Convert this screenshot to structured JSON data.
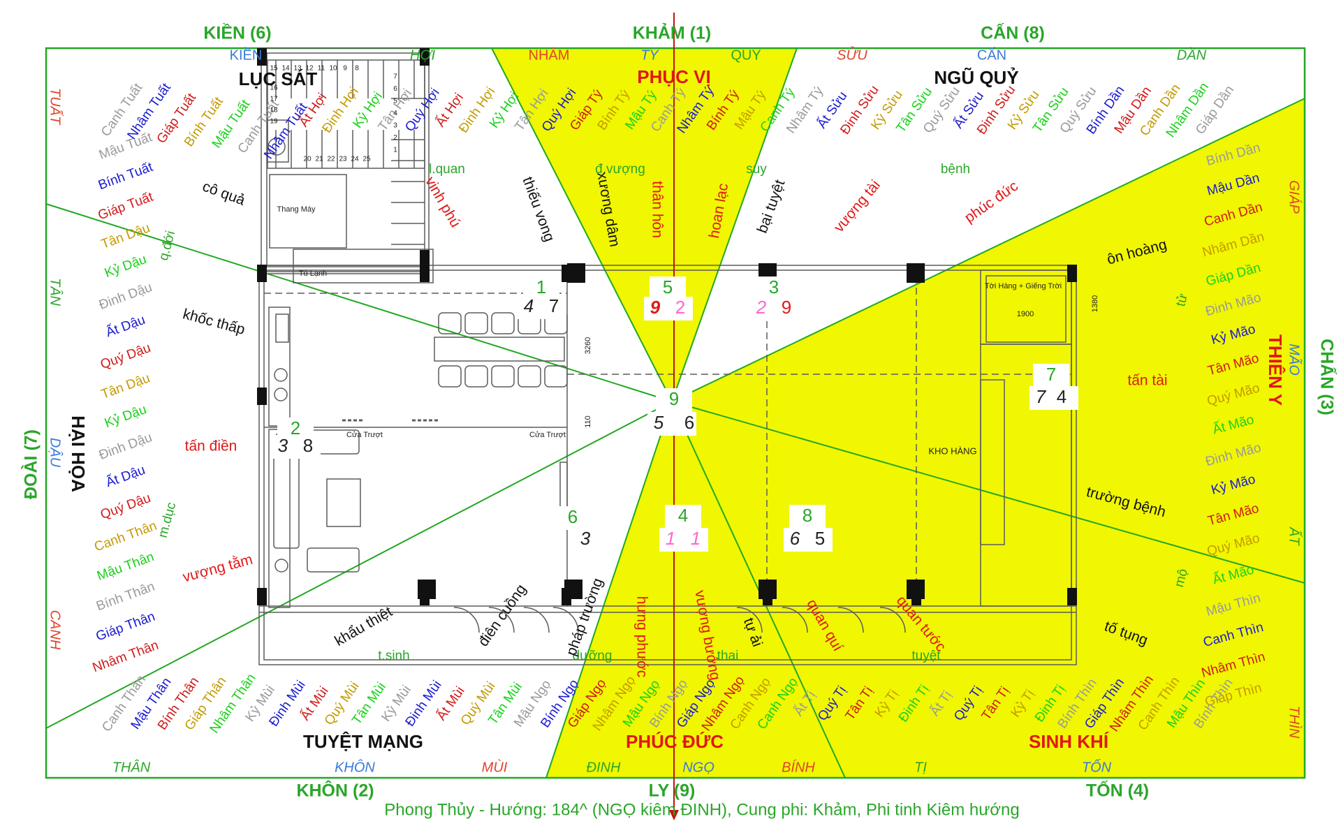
{
  "caption": "Phong Thủy - Hướng: 184^ (NGỌ kiêm ĐINH), Cung phi: Khảm, Phi tinh Kiêm hướng",
  "colors": {
    "frame": "#22a822",
    "label_green": "#2aa62a",
    "zone_yellow": "#f0f700",
    "axis_red": "#c0140e",
    "plan": "#606060"
  },
  "trigram_labels": [
    {
      "text": "KIỀN (6)"
    },
    {
      "text": "KHẢM (1)"
    },
    {
      "text": "CẤN (8)"
    },
    {
      "text": "CHẤN (3)"
    },
    {
      "text": "TỐN (4)"
    },
    {
      "text": "LY (9)"
    },
    {
      "text": "KHÔN (2)"
    },
    {
      "text": "ĐOÀI (7)"
    }
  ],
  "mountains": {
    "top": [
      "KIỀN",
      "HỢI",
      "NHÂM",
      "TÝ",
      "QUÝ",
      "SỬU",
      "CẤN",
      "DẦN"
    ],
    "bottom": [
      "THÂN",
      "KHÔN",
      "MÙI",
      "ĐINH",
      "NGỌ",
      "BÍNH",
      "TỊ",
      "TỐN"
    ],
    "left": [
      "TUẤT",
      "TÂN",
      "DẬU",
      "CANH"
    ],
    "right": [
      "GIÁP",
      "MÃO",
      "ẤT",
      "THÌN"
    ]
  },
  "star_zones": [
    "LỤC SÁT",
    "PHỤC VỊ",
    "NGŨ QUỶ",
    "THIÊN Y",
    "SINH KHÍ",
    "PHÚC ĐỨC",
    "TUYỆT MẠNG",
    "HẠI HỌA"
  ],
  "stage_words": [
    "l.quan",
    "đ.vượng",
    "suy",
    "bệnh",
    "tử",
    "mộ",
    "tuyệt",
    "thai",
    "dưỡng",
    "t.sinh",
    "m.dục",
    "q.đới"
  ],
  "door_words": [
    "cô quả",
    "vinh phú",
    "thiếu vong",
    "xương dâm",
    "thân hôn",
    "hoan lạc",
    "bại tuyệt",
    "vượng tài",
    "phúc đức",
    "ôn hoàng",
    "tấn tài",
    "trường bệnh",
    "tố tụng",
    "quan tước",
    "quan quí",
    "tự ải",
    "vượng bướng",
    "hưng phước",
    "pháp trường",
    "điên cuồng",
    "khẩu thiệt",
    "vượng tằm",
    "tấn điền",
    "khốc thấp"
  ],
  "hidden_cycles": {
    "top": [
      "Canh Tuất",
      "Nhâm Tuất",
      "Giáp Tuất",
      "Bính Tuất",
      "Mậu Tuất",
      "Canh Tuất",
      "Nhâm Tuất",
      "Ất Hợi",
      "Đinh Hợi",
      "Kỷ Hợi",
      "Tân Hợi",
      "Quý Hợi",
      "Ất Hợi",
      "Đinh Hợi",
      "Kỷ Hợi",
      "Tân Hợi",
      "Quý Hợi",
      "Giáp Tý",
      "Bính Tý",
      "Mậu Tý",
      "Canh Tý",
      "Nhâm Tý",
      "Bính Tý",
      "Mậu Tý",
      "Canh Tý",
      "Nhâm Tý",
      "Ất Sửu",
      "Đinh Sửu",
      "Kỷ Sửu",
      "Tân Sửu",
      "Quý Sửu",
      "Ất Sửu",
      "Đinh Sửu",
      "Kỷ Sửu",
      "Tân Sửu",
      "Quý Sửu",
      "Bính Dần",
      "Mậu Dần",
      "Canh Dần",
      "Nhâm Dần",
      "Giáp Dần"
    ],
    "right": [
      "Bính Dần",
      "Mậu Dần",
      "Canh Dần",
      "Nhâm Dần",
      "Giáp Dần",
      "Đinh Mão",
      "Kỷ Mão",
      "Tân Mão",
      "Quý Mão",
      "Ất Mão",
      "Đinh Mão",
      "Kỷ Mão",
      "Tân Mão",
      "Quý Mão",
      "Ất Mão",
      "Mậu Thìn",
      "Canh Thìn",
      "Nhâm Thìn",
      "Giáp Thìn"
    ],
    "bottom": [
      "Canh Thân",
      "Mậu Thân",
      "Bính Thân",
      "Giáp Thân",
      "Nhâm Thân",
      "Kỷ Mùi",
      "Đinh Mùi",
      "Ất Mùi",
      "Quý Mùi",
      "Tân Mùi",
      "Kỷ Mùi",
      "Đinh Mùi",
      "Ất Mùi",
      "Quý Mùi",
      "Tân Mùi",
      "Mậu Ngọ",
      "Bính Ngọ",
      "Giáp Ngọ",
      "Nhâm Ngọ",
      "Mậu Ngọ",
      "Bính Ngọ",
      "Giáp Ngọ",
      "Nhâm Ngọ",
      "Canh Ngọ",
      "Canh Ngọ",
      "Ất Tị",
      "Quý Tị",
      "Tân Tị",
      "Kỷ Tị",
      "Đinh Tị",
      "Ất Tị",
      "Quý Tị",
      "Tân Tị",
      "Kỷ Tị",
      "Đinh Tị",
      "Bính Thìn",
      "Giáp Thìn",
      "Nhâm Thìn",
      "Canh Thìn",
      "Mậu Thìn",
      "Bính Thìn"
    ],
    "left": [
      "Mậu Tuất",
      "Bính Tuất",
      "Giáp Tuất",
      "Tân Dậu",
      "Kỷ Dậu",
      "Đinh Dậu",
      "Ất Dậu",
      "Quý Dậu",
      "Tân Dậu",
      "Kỷ Dậu",
      "Đinh Dậu",
      "Ất Dậu",
      "Quý Dậu",
      "Canh Thân",
      "Mậu Thân",
      "Bính Thân",
      "Giáp Thân",
      "Nhâm Thân"
    ]
  },
  "flying_stars": [
    {
      "base": "1",
      "pair": [
        "4",
        "7"
      ]
    },
    {
      "base": "5",
      "pair": [
        "9",
        "2"
      ]
    },
    {
      "base": "3",
      "pair": [
        "2",
        "9"
      ]
    },
    {
      "base": "7",
      "pair": [
        "7",
        "4"
      ]
    },
    {
      "base": "9",
      "pair": [
        "5",
        "6"
      ]
    },
    {
      "base": "2",
      "pair": [
        "3",
        "8"
      ]
    },
    {
      "base": "6",
      "pair": [
        "3",
        ""
      ]
    },
    {
      "base": "4",
      "pair": [
        "1",
        "1"
      ]
    },
    {
      "base": "8",
      "pair": [
        "6",
        "5"
      ]
    }
  ],
  "plan_labels": [
    "Thang Máy",
    "Tủ Lạnh",
    "Cửa Trượt",
    "Cửa Trượt",
    "Tời Hàng + Giếng Trời",
    "KHO HÀNG",
    "3260",
    "110",
    "1900",
    "1380"
  ],
  "stair_numbers": [
    "15",
    "14",
    "13",
    "12",
    "11",
    "10",
    "9",
    "8",
    "16",
    "17",
    "18",
    "19",
    "20",
    "21",
    "22",
    "23",
    "24",
    "25",
    "7",
    "6",
    "5",
    "4",
    "3",
    "2",
    "1"
  ]
}
